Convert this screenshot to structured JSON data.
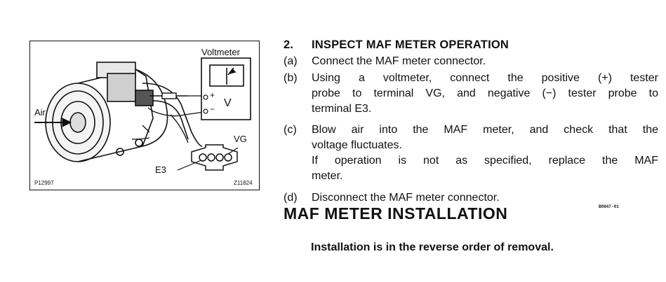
{
  "figure": {
    "labels": {
      "voltmeter": "Voltmeter",
      "air": "Air",
      "vg": "VG",
      "e3": "E3",
      "plus": "+",
      "minus": "−",
      "v": "V",
      "code_left": "P12997",
      "code_right": "Z11824"
    }
  },
  "procedure": {
    "number": "2.",
    "title": "INSPECT MAF METER OPERATION",
    "steps": [
      {
        "label": "(a)",
        "lines": [
          "Connect the MAF meter connector."
        ]
      },
      {
        "label": "(b)",
        "lines": [
          "Using a voltmeter, connect the positive (+) tester",
          "probe to terminal VG, and negative (−) tester probe to",
          "terminal E3."
        ]
      },
      {
        "label": "(c)",
        "lines": [
          "Blow air into the MAF meter, and check that the",
          "voltage fluctuates.",
          "If operation is not as specified, replace the MAF",
          "meter."
        ]
      },
      {
        "label": "(d)",
        "lines": [
          "Disconnect the MAF meter connector."
        ]
      }
    ]
  },
  "installation": {
    "title": "MAF METER INSTALLATION",
    "code": "B0847-01",
    "note": "Installation is in the reverse order of removal."
  }
}
